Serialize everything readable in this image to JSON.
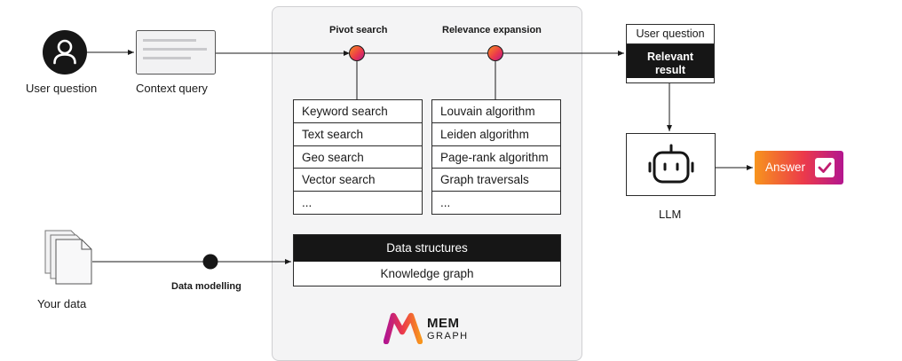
{
  "nodes": {
    "user_question": "User question",
    "context_query": "Context query",
    "your_data": "Your data",
    "data_modelling": "Data modelling",
    "llm": "LLM"
  },
  "pivot_search": {
    "title": "Pivot search",
    "items": [
      "Keyword search",
      "Text search",
      "Geo search",
      "Vector search",
      "..."
    ]
  },
  "relevance_expansion": {
    "title": "Relevance expansion",
    "items": [
      "Louvain algorithm",
      "Leiden algorithm",
      "Page-rank algorithm",
      "Graph traversals",
      "..."
    ]
  },
  "data_structures": {
    "header": "Data structures",
    "body": "Knowledge graph"
  },
  "result_box": {
    "header": "User question",
    "line1": "Relevant",
    "line2": "result"
  },
  "answer": "Answer",
  "logo": {
    "line1": "MEM",
    "line2": "GRAPH"
  },
  "colors": {
    "dark": "#161616",
    "panel": "#f4f4f5",
    "gradient_start": "#f7941d",
    "gradient_mid": "#ec3a4a",
    "gradient_end": "#b3168f"
  },
  "icons": [
    "user-avatar-icon",
    "document-icon",
    "files-icon",
    "robot-icon",
    "checkmark-icon"
  ]
}
